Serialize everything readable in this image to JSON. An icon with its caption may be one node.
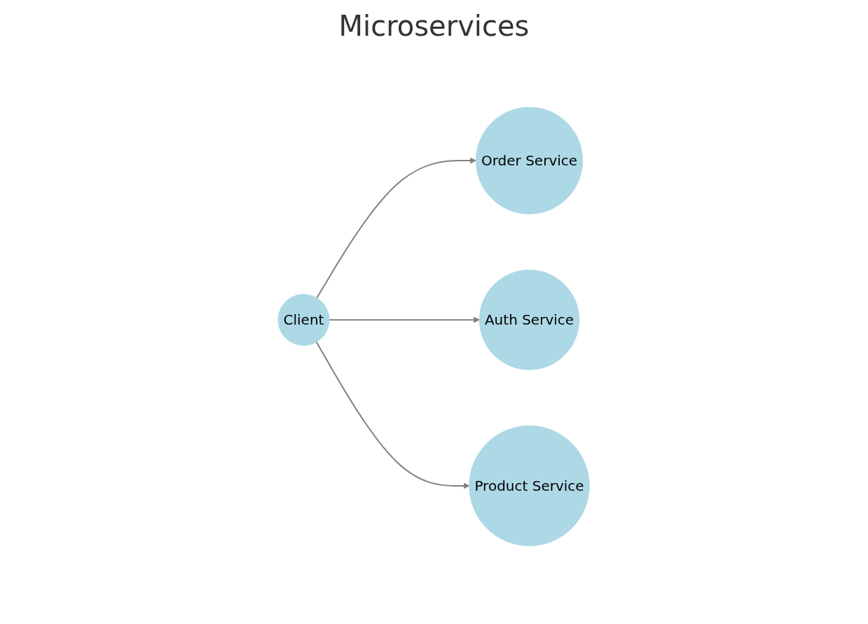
{
  "diagram": {
    "title": "Microservices",
    "nodes": [
      {
        "text": [
          "Order Service"
        ]
      },
      {
        "text": [
          "Auth Service"
        ]
      },
      {
        "text": [
          "Client"
        ]
      },
      {
        "text": [
          "Product Service"
        ]
      }
    ],
    "edges": [
      {
        "from": 2,
        "to": 0,
        "arrow": "to"
      },
      {
        "from": 2,
        "to": 1,
        "arrow": "to"
      },
      {
        "from": 2,
        "to": 3,
        "arrow": "to"
      }
    ]
  }
}
